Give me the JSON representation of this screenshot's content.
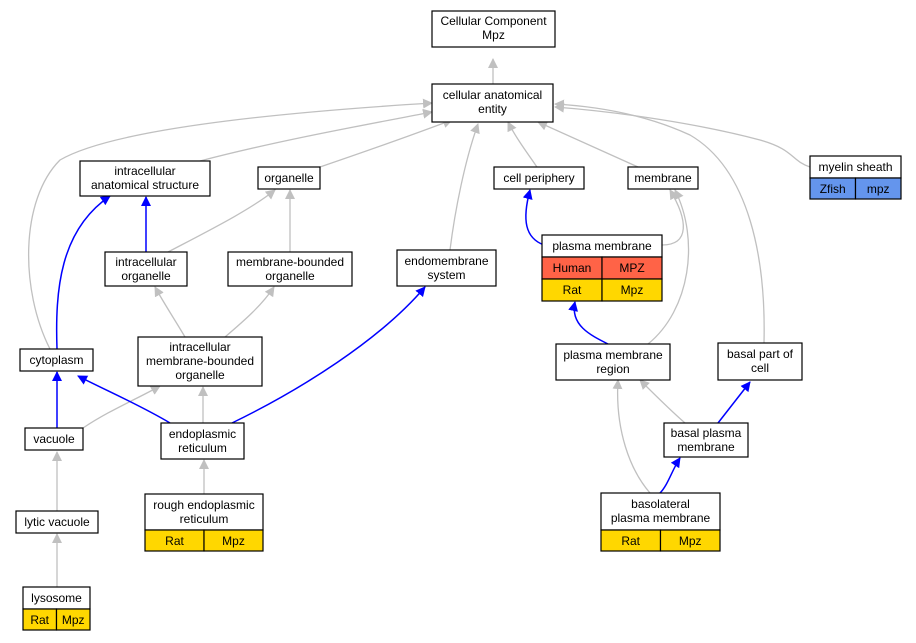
{
  "colors": {
    "gray_edge": "#c0c0c0",
    "blue_edge": "#0000ff",
    "human": "#ff6347",
    "rat": "#ffd700",
    "zfish": "#6495ed"
  },
  "nodes": {
    "cellular_component": {
      "line1": "Cellular Component",
      "line2": "Mpz"
    },
    "cellular_anatomical_entity": {
      "line1": "cellular anatomical",
      "line2": "entity"
    },
    "intracellular_anatomical_structure": {
      "line1": "intracellular",
      "line2": "anatomical structure"
    },
    "organelle": {
      "line1": "organelle"
    },
    "cell_periphery": {
      "line1": "cell periphery"
    },
    "membrane": {
      "line1": "membrane"
    },
    "myelin_sheath": {
      "line1": "myelin sheath",
      "cells": [
        "Zfish",
        "mpz"
      ]
    },
    "intracellular_organelle": {
      "line1": "intracellular",
      "line2": "organelle"
    },
    "membrane_bounded_organelle": {
      "line1": "membrane-bounded",
      "line2": "organelle"
    },
    "endomembrane_system": {
      "line1": "endomembrane",
      "line2": "system"
    },
    "plasma_membrane": {
      "line1": "plasma membrane",
      "cells_human": [
        "Human",
        "MPZ"
      ],
      "cells_rat": [
        "Rat",
        "Mpz"
      ]
    },
    "cytoplasm": {
      "line1": "cytoplasm"
    },
    "intracellular_membrane_bounded_organelle": {
      "line1": "intracellular",
      "line2": "membrane-bounded",
      "line3": "organelle"
    },
    "plasma_membrane_region": {
      "line1": "plasma membrane",
      "line2": "region"
    },
    "basal_part_of_cell": {
      "line1": "basal part of",
      "line2": "cell"
    },
    "vacuole": {
      "line1": "vacuole"
    },
    "endoplasmic_reticulum": {
      "line1": "endoplasmic",
      "line2": "reticulum"
    },
    "basal_plasma_membrane": {
      "line1": "basal plasma",
      "line2": "membrane"
    },
    "lytic_vacuole": {
      "line1": "lytic vacuole"
    },
    "rough_endoplasmic_reticulum": {
      "line1": "rough endoplasmic",
      "line2": "reticulum",
      "cells": [
        "Rat",
        "Mpz"
      ]
    },
    "basolateral_plasma_membrane": {
      "line1": "basolateral",
      "line2": "plasma membrane",
      "cells": [
        "Rat",
        "Mpz"
      ]
    },
    "lysosome": {
      "line1": "lysosome",
      "cells": [
        "Rat",
        "Mpz"
      ]
    }
  },
  "edges": [
    {
      "from": "cellular_anatomical_entity",
      "to": "cellular_component",
      "style": "gray"
    },
    {
      "from": "intracellular_anatomical_structure",
      "to": "cellular_anatomical_entity",
      "style": "gray"
    },
    {
      "from": "organelle",
      "to": "cellular_anatomical_entity",
      "style": "gray"
    },
    {
      "from": "cell_periphery",
      "to": "cellular_anatomical_entity",
      "style": "gray"
    },
    {
      "from": "membrane",
      "to": "cellular_anatomical_entity",
      "style": "gray"
    },
    {
      "from": "myelin_sheath",
      "to": "cellular_anatomical_entity",
      "style": "gray"
    },
    {
      "from": "endomembrane_system",
      "to": "cellular_anatomical_entity",
      "style": "gray"
    },
    {
      "from": "cytoplasm",
      "to": "cellular_anatomical_entity",
      "style": "gray"
    },
    {
      "from": "basal_part_of_cell",
      "to": "cellular_anatomical_entity",
      "style": "gray"
    },
    {
      "from": "intracellular_organelle",
      "to": "intracellular_anatomical_structure",
      "style": "blue"
    },
    {
      "from": "intracellular_organelle",
      "to": "organelle",
      "style": "gray"
    },
    {
      "from": "membrane_bounded_organelle",
      "to": "organelle",
      "style": "gray"
    },
    {
      "from": "plasma_membrane",
      "to": "cell_periphery",
      "style": "blue"
    },
    {
      "from": "plasma_membrane",
      "to": "membrane",
      "style": "gray"
    },
    {
      "from": "plasma_membrane_region",
      "to": "membrane",
      "style": "gray"
    },
    {
      "from": "cytoplasm",
      "to": "intracellular_anatomical_structure",
      "style": "blue"
    },
    {
      "from": "intracellular_membrane_bounded_organelle",
      "to": "intracellular_organelle",
      "style": "gray"
    },
    {
      "from": "intracellular_membrane_bounded_organelle",
      "to": "membrane_bounded_organelle",
      "style": "gray"
    },
    {
      "from": "plasma_membrane_region",
      "to": "plasma_membrane",
      "style": "blue"
    },
    {
      "from": "vacuole",
      "to": "cytoplasm",
      "style": "blue"
    },
    {
      "from": "vacuole",
      "to": "intracellular_membrane_bounded_organelle",
      "style": "gray"
    },
    {
      "from": "endoplasmic_reticulum",
      "to": "cytoplasm",
      "style": "blue"
    },
    {
      "from": "endoplasmic_reticulum",
      "to": "intracellular_membrane_bounded_organelle",
      "style": "gray"
    },
    {
      "from": "endoplasmic_reticulum",
      "to": "endomembrane_system",
      "style": "blue"
    },
    {
      "from": "basal_plasma_membrane",
      "to": "plasma_membrane_region",
      "style": "gray"
    },
    {
      "from": "basal_plasma_membrane",
      "to": "basal_part_of_cell",
      "style": "blue"
    },
    {
      "from": "lytic_vacuole",
      "to": "vacuole",
      "style": "gray"
    },
    {
      "from": "rough_endoplasmic_reticulum",
      "to": "endoplasmic_reticulum",
      "style": "gray"
    },
    {
      "from": "basolateral_plasma_membrane",
      "to": "plasma_membrane_region",
      "style": "gray"
    },
    {
      "from": "basolateral_plasma_membrane",
      "to": "basal_plasma_membrane",
      "style": "blue"
    },
    {
      "from": "lysosome",
      "to": "lytic_vacuole",
      "style": "gray"
    }
  ]
}
